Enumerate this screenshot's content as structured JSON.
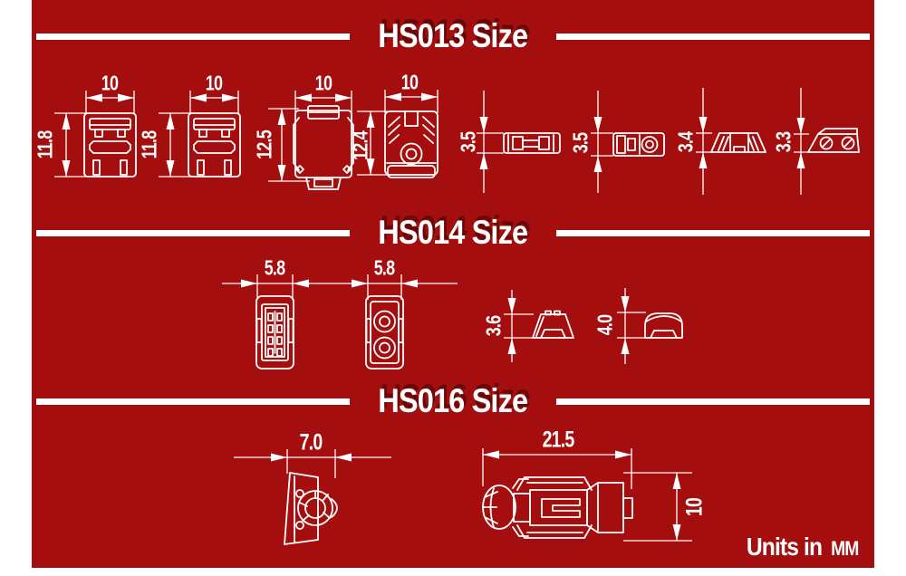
{
  "colors": {
    "page_background": "#ffffff",
    "panel": "#a40e0e",
    "ink": "#ffffff"
  },
  "sections": {
    "hs013": {
      "title": "HS013 Size",
      "widths": [
        "10",
        "10",
        "10",
        "10"
      ],
      "heights": [
        "11.8",
        "11.8",
        "12.5",
        "12.4"
      ],
      "thicknesses": [
        "3.5",
        "3.5",
        "3.4",
        "3.3"
      ]
    },
    "hs014": {
      "title": "HS014 Size",
      "widths": [
        "5.8",
        "5.8"
      ],
      "heights": [
        "3.6",
        "4.0"
      ]
    },
    "hs016": {
      "title": "HS016 Size",
      "widths": [
        "7.0",
        "21.5"
      ],
      "heights": [
        "10"
      ]
    }
  },
  "footer": {
    "prefix": "Units in",
    "unit": "MM"
  }
}
